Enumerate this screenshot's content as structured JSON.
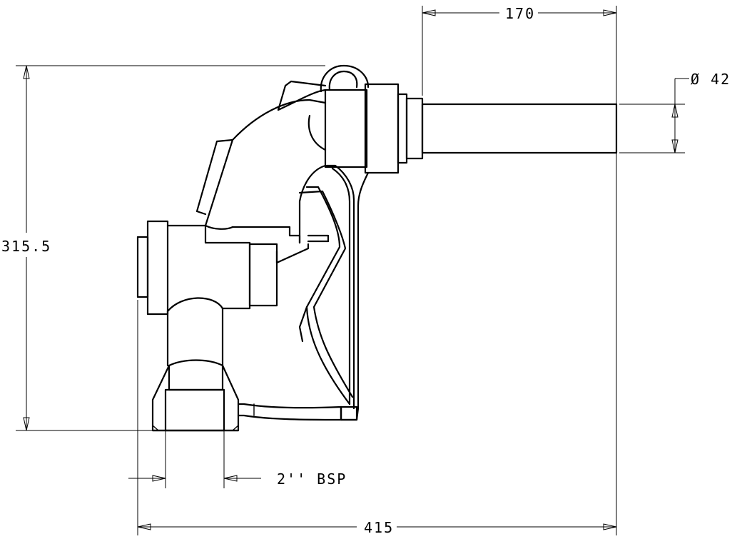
{
  "dimensions": {
    "top_length": "170",
    "diameter": "Ø 42",
    "height": "315.5",
    "thread": "2'' BSP",
    "total_length": "415"
  }
}
